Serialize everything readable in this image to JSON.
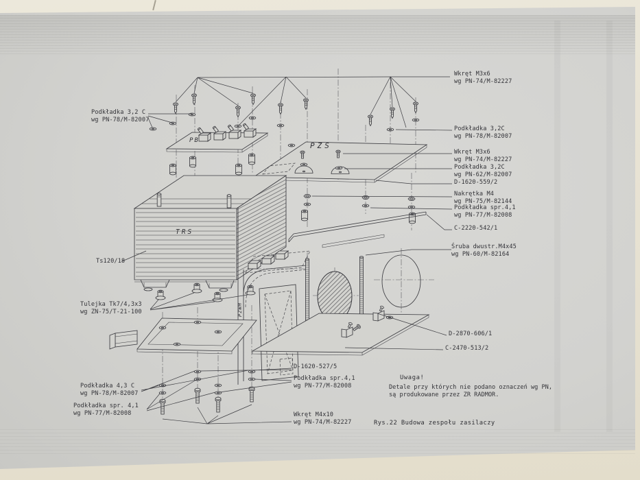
{
  "page": {
    "background_color": "#e8e3d4",
    "paper_color": "#d2d2cf",
    "ink_color": "#3c3c41",
    "type": "scanned exploded-assembly technical drawing"
  },
  "part_labels": {
    "pb": "PB",
    "pzs": "PZS",
    "trs": "TRS",
    "pzwm": "PZWM"
  },
  "callouts": {
    "l1": {
      "line1": "Podkładka 3,2 C",
      "line2": "wg PN-78/M-82007"
    },
    "l2": {
      "line1": "Ts120/18",
      "line2": ""
    },
    "l3": {
      "line1": "Tulejka Tk7/4,3x3",
      "line2": "wg ZN-75/T-21-100"
    },
    "l4": {
      "line1": "Podkładka 4,3 C",
      "line2": "wg PN-78/M-82007"
    },
    "l5": {
      "line1": "Podkładka spr. 4,1",
      "line2": "wg PN-77/M-82008"
    },
    "l6": {
      "line1": "D-1620-527/5",
      "line2": ""
    },
    "l7": {
      "line1": "Podkładka spr.4,1",
      "line2": "wg PN-77/M-82008"
    },
    "l8": {
      "line1": "Wkręt M4x10",
      "line2": "wg PN-74/M-82227"
    },
    "r1": {
      "line1": "Wkręt M3x6",
      "line2": "wg PN-74/M-82227"
    },
    "r2": {
      "line1": "Podkładka 3,2C",
      "line2": "wg PN-78/M-82007"
    },
    "r3": {
      "line1": "Wkręt M3x6",
      "line2": "wg PN-74/M-82227"
    },
    "r4": {
      "line1": "Podkładka 3,2C",
      "line2": "wg PN-62/M-82007"
    },
    "r5": {
      "line1": "D-1620-559/2",
      "line2": ""
    },
    "r6": {
      "line1": "Nakrętka M4",
      "line2": "wg PN-75/M-82144"
    },
    "r7": {
      "line1": "Podkładka spr.4,1",
      "line2": "wg PN-77/M-82008"
    },
    "r8": {
      "line1": "C-2220-542/1",
      "line2": ""
    },
    "r9": {
      "line1": "Śruba dwustr.M4x45",
      "line2": "wg PN-60/M-82164"
    },
    "r10": {
      "line1": "D-2870-606/1",
      "line2": ""
    },
    "r11": {
      "line1": "C-2470-513/2",
      "line2": ""
    }
  },
  "note": {
    "title": "Uwaga!",
    "line1": "Detale przy których nie podano oznaczeń wg PN,",
    "line2": "są produkowane przez ZR RADMOR."
  },
  "caption": "Rys.22 Budowa zespołu zasilaczy"
}
